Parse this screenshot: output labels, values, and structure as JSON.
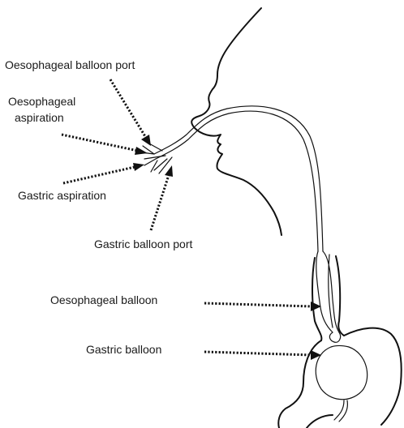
{
  "labels": {
    "oesophageal_balloon_port": "Oesophageal balloon port",
    "oesophageal_aspiration_line1": "Oesophageal",
    "oesophageal_aspiration_line2": "aspiration",
    "gastric_aspiration": "Gastric aspiration",
    "gastric_balloon_port": "Gastric balloon port",
    "oesophageal_balloon": "Oesophageal balloon",
    "gastric_balloon": "Gastric balloon"
  }
}
